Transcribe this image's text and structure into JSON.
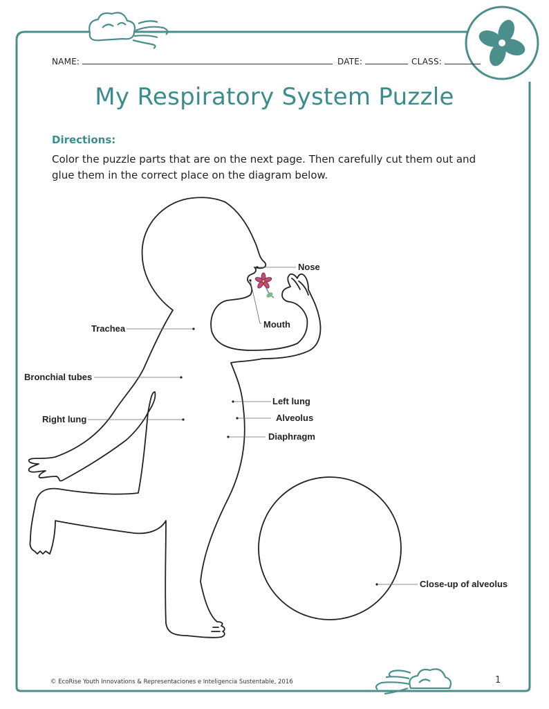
{
  "header": {
    "name_label": "NAME:",
    "date_label": "DATE:",
    "class_label": "CLASS:"
  },
  "title": "My Respiratory System Puzzle",
  "directions": {
    "heading": "Directions:",
    "text": "Color the puzzle parts that are on the next page. Then carefully cut them out and glue them in the correct place on the diagram below."
  },
  "diagram_labels": {
    "nose": "Nose",
    "mouth": "Mouth",
    "trachea": "Trachea",
    "bronchial_tubes": "Bronchial tubes",
    "left_lung": "Left lung",
    "alveolus": "Alveolus",
    "right_lung": "Right lung",
    "diaphragm": "Diaphragm",
    "closeup": "Close-up of alveolus"
  },
  "footer": {
    "copyright": "© EcoRise Youth Innovations & Representaciones e Inteligencia Sustentable, 2016",
    "page_number": "1"
  },
  "colors": {
    "accent": "#3d8c8d",
    "frame": "#4a8f8b",
    "ink": "#222222"
  },
  "icons": [
    "fan-icon",
    "cloud-wind-icon",
    "flower-icon"
  ]
}
